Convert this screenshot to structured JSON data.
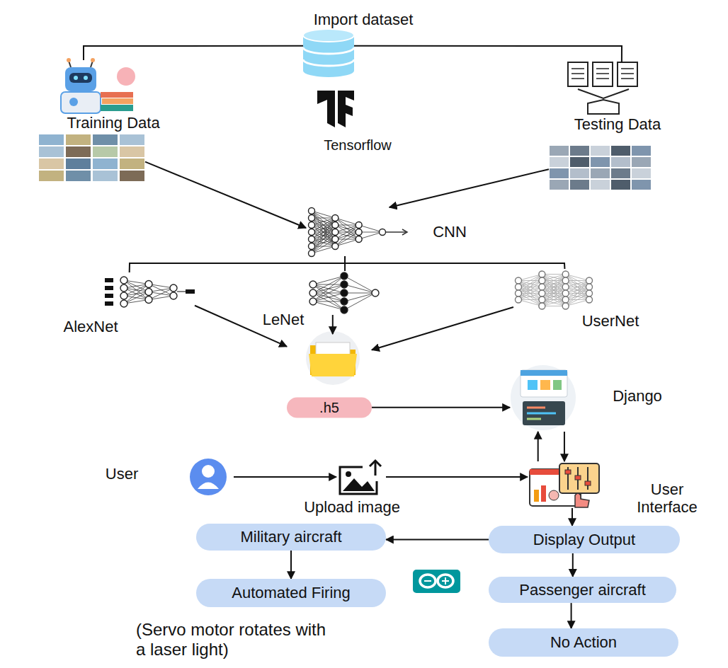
{
  "diagram": {
    "nodes": [
      {
        "text": [
          "Import dataset"
        ]
      },
      {
        "text": [
          "Training Data"
        ]
      },
      {
        "text": [
          "Testing Data"
        ]
      },
      {
        "text": [
          "CNN"
        ]
      },
      {
        "text": [
          "AlexNet"
        ]
      },
      {
        "text": [
          "LeNet"
        ]
      },
      {
        "text": [
          "UserNet"
        ]
      },
      {
        "text": [
          ".h5"
        ]
      },
      {
        "text": [
          "Django"
        ]
      },
      {
        "text": [
          "User"
        ]
      },
      {
        "text": [
          "Upload image"
        ]
      },
      {
        "text": [
          "User Interface"
        ]
      },
      {
        "text": [
          "Display Output"
        ]
      },
      {
        "text": [
          "Military aircraft"
        ]
      },
      {
        "text": [
          "Automated Firing"
        ]
      },
      {
        "text": [
          "Passenger aircraft"
        ]
      },
      {
        "text": [
          "No Action"
        ]
      }
    ],
    "edges": [
      {
        "from": 0,
        "to": 1,
        "arrow": "none"
      },
      {
        "from": 0,
        "to": 2,
        "arrow": "none"
      },
      {
        "from": 1,
        "to": 3,
        "arrow": "to"
      },
      {
        "from": 2,
        "to": 3,
        "arrow": "to"
      },
      {
        "from": 3,
        "to": 4,
        "arrow": "none"
      },
      {
        "from": 3,
        "to": 5,
        "arrow": "none"
      },
      {
        "from": 3,
        "to": 6,
        "arrow": "none"
      },
      {
        "from": 4,
        "to": 7,
        "arrow": "to"
      },
      {
        "from": 5,
        "to": 7,
        "arrow": "to"
      },
      {
        "from": 6,
        "to": 7,
        "arrow": "to"
      },
      {
        "from": 7,
        "to": 8,
        "arrow": "to"
      },
      {
        "from": 8,
        "to": 11,
        "arrow": "to"
      },
      {
        "from": 11,
        "to": 8,
        "arrow": "to"
      },
      {
        "from": 9,
        "to": 10,
        "arrow": "to"
      },
      {
        "from": 10,
        "to": 11,
        "arrow": "to"
      },
      {
        "from": 11,
        "to": 12,
        "arrow": "to"
      },
      {
        "from": 12,
        "to": 13,
        "arrow": "to"
      },
      {
        "from": 13,
        "to": 14,
        "arrow": "to"
      },
      {
        "from": 12,
        "to": 15,
        "arrow": "to"
      },
      {
        "from": 15,
        "to": 16,
        "arrow": "to"
      }
    ],
    "labels": [
      "Tensorflow",
      "(Servo motor rotates with a laser light)"
    ]
  }
}
